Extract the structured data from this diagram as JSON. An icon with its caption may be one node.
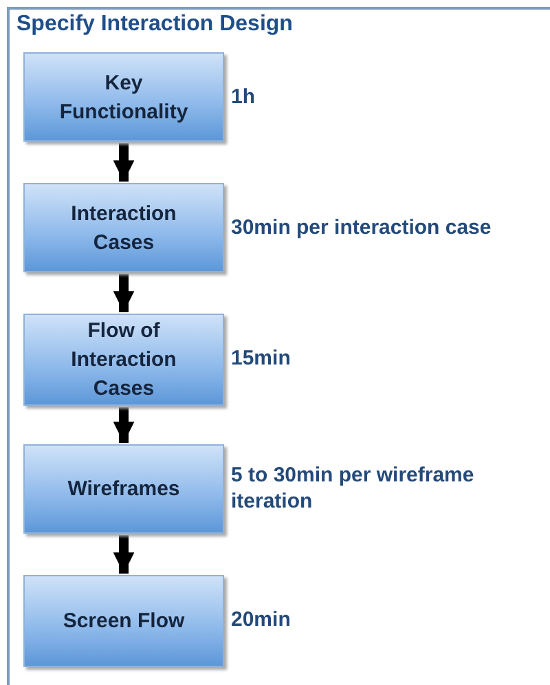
{
  "diagram": {
    "title": "Specify Interaction Design",
    "nodes": [
      {
        "text": [
          "Key Functionality"
        ],
        "beside": [
          "1h"
        ]
      },
      {
        "text": [
          "Interaction Cases"
        ],
        "beside": [
          "30min per interaction case"
        ]
      },
      {
        "text": [
          "Flow of Interaction Cases"
        ],
        "beside": [
          "15min"
        ]
      },
      {
        "text": [
          "Wireframes"
        ],
        "beside": [
          "5 to 30min per wireframe iteration"
        ]
      },
      {
        "text": [
          "Screen Flow"
        ],
        "beside": [
          "20min"
        ]
      }
    ],
    "edges": [
      {
        "from": 0,
        "to": 1,
        "arrow": "to"
      },
      {
        "from": 1,
        "to": 2,
        "arrow": "to"
      },
      {
        "from": 2,
        "to": 3,
        "arrow": "to"
      },
      {
        "from": 3,
        "to": 4,
        "arrow": "to"
      }
    ]
  }
}
